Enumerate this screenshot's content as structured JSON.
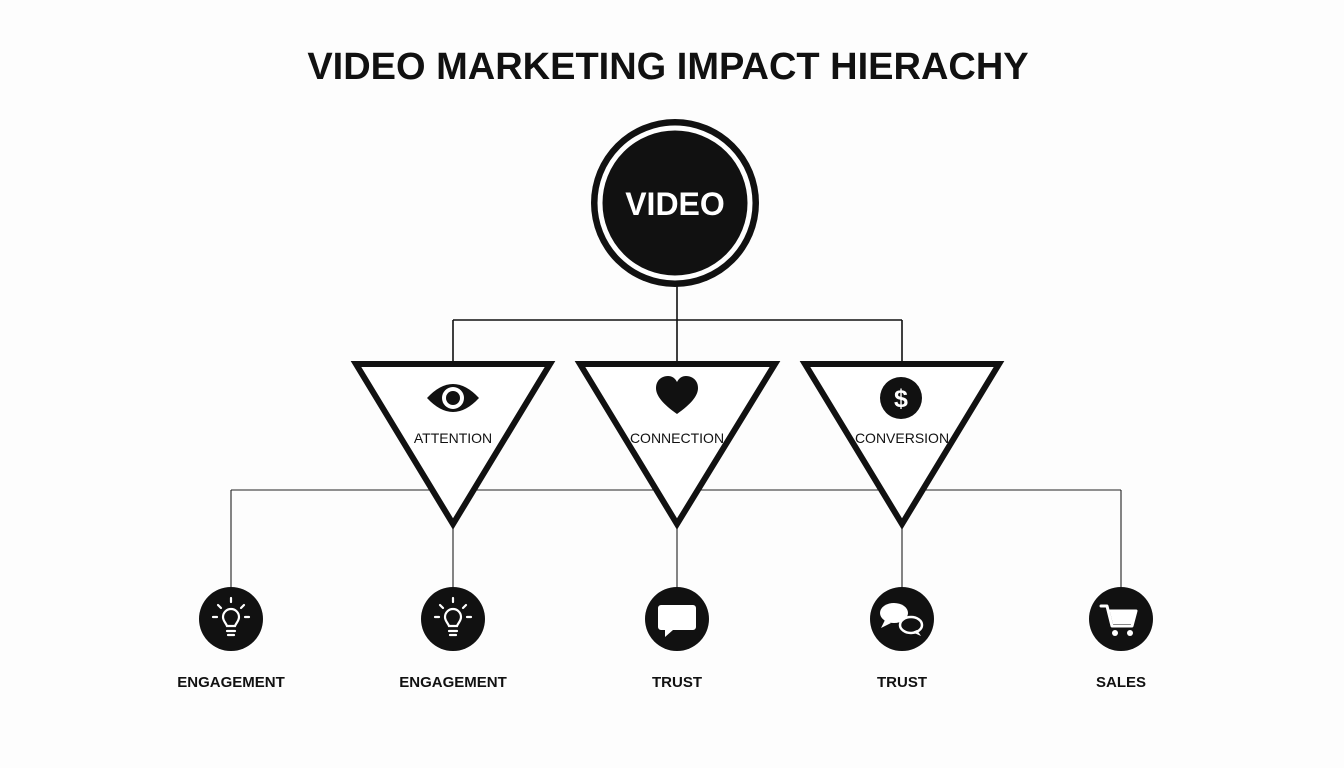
{
  "title": "VIDEO MARKETING IMPACT HIERACHY",
  "root": {
    "label": "VIDEO"
  },
  "stages": [
    {
      "label": "ATTENTION",
      "icon": "eye-icon"
    },
    {
      "label": "CONNECTION",
      "icon": "heart-icon"
    },
    {
      "label": "CONVERSION",
      "icon": "dollar-icon"
    }
  ],
  "outcomes": [
    {
      "label": "ENGAGEMENT",
      "icon": "lightbulb-icon"
    },
    {
      "label": "ENGAGEMENT",
      "icon": "lightbulb-icon"
    },
    {
      "label": "TRUST",
      "icon": "chat-bubble-icon"
    },
    {
      "label": "TRUST",
      "icon": "chat-bubbles-icon"
    },
    {
      "label": "SALES",
      "icon": "shopping-cart-icon"
    }
  ],
  "colors": {
    "background": "#fdfdfd",
    "ink": "#111111",
    "paper": "#ffffff"
  }
}
